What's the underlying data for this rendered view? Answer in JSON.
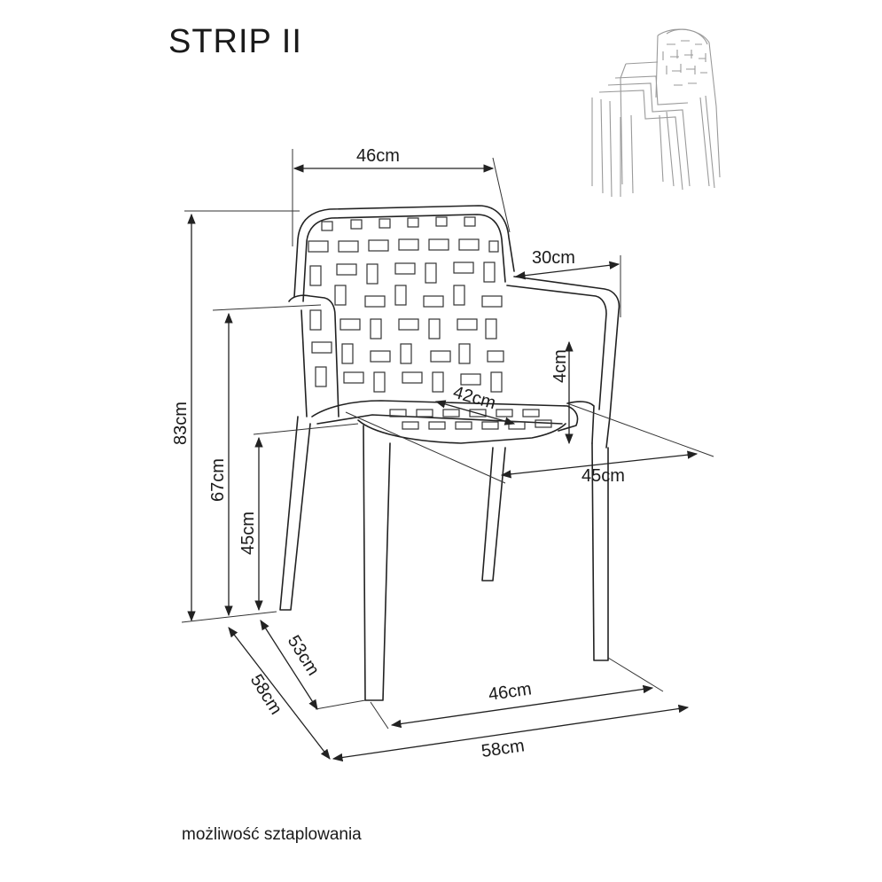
{
  "product": {
    "title": "STRIP II",
    "caption": "możliwość sztaplowania"
  },
  "dimensions": {
    "top_width": "46cm",
    "armrest_depth": "30cm",
    "armrest_height_above_seat": "4cm",
    "seat_depth": "42cm",
    "seat_width": "45cm",
    "total_height": "83cm",
    "armrest_height": "67cm",
    "seat_height": "45cm",
    "leg_depth": "53cm",
    "total_depth": "58cm",
    "leg_width": "46cm",
    "total_width": "58cm"
  },
  "icons": {
    "stacked_chairs": "stacked-chairs-icon",
    "chair": "chair-drawing"
  }
}
